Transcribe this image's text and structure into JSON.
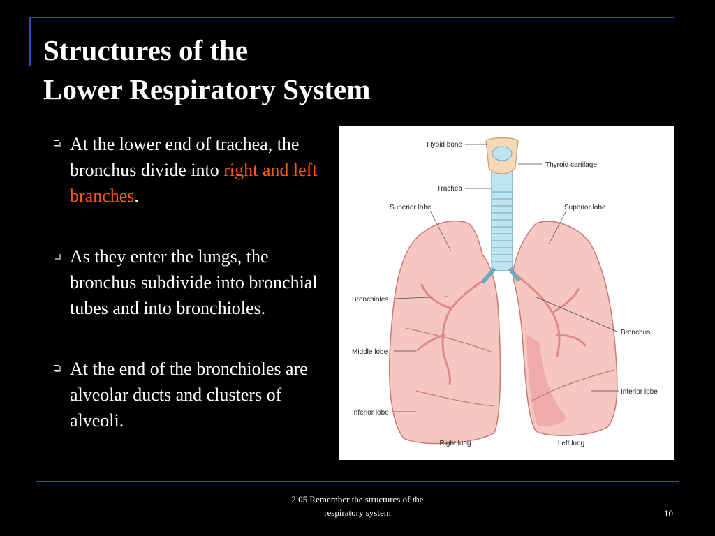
{
  "slide": {
    "title_line1": "Structures of the",
    "title_line2": "Lower Respiratory System"
  },
  "bullets": [
    {
      "text": "At the lower end of trachea, the bronchus divide into ",
      "highlight": "right and left branches",
      "suffix": "."
    },
    {
      "text": "As they enter the lungs, the bronchus subdivide into bronchial tubes and into bronchioles."
    },
    {
      "text": "At the end of the bronchioles are alveolar ducts and clusters of alveoli."
    }
  ],
  "figure": {
    "labels": {
      "hyoid_bone": "Hyoid bone",
      "thyroid_cartilage": "Thyroid cartilage",
      "trachea": "Trachea",
      "superior_lobe_right": "Superior lobe",
      "superior_lobe_left": "Superior lobe",
      "bronchioles": "Bronchioles",
      "bronchus": "Bronchus",
      "middle_lobe": "Middle lobe",
      "inferior_lobe_left": "Inferior lobe",
      "inferior_lobe_right": "Inferior lobe",
      "right_lung": "Right lung",
      "left_lung": "Left lung"
    }
  },
  "footer": {
    "text_line1": "2.05 Remember the structures of the",
    "text_line2": "respiratory system",
    "page_number": "10"
  },
  "colors": {
    "accent": "#ff5a14",
    "rule": "#2a4fb0",
    "lung_fill": "#f6c6c0",
    "lung_edge": "#c97a76",
    "trachea_fill": "#bfe3ef"
  }
}
